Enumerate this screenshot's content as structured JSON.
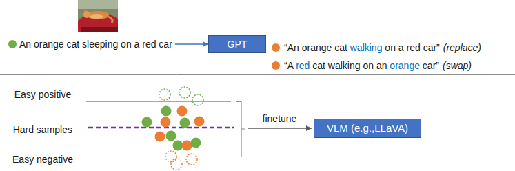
{
  "diagram": {
    "nodes": [
      {
        "text": [
          "An orange cat sleeping on a red car"
        ]
      },
      {
        "text": [
          "GPT"
        ]
      },
      {
        "text": [
          "Hard samples"
        ]
      },
      {
        "text": [
          "VLM (e.g.,LLaVA)"
        ]
      }
    ],
    "edges": [
      {
        "from": 0,
        "to": 1,
        "arrow": "to"
      },
      {
        "from": 2,
        "to": 3,
        "label": "finetune",
        "arrow": "to"
      }
    ],
    "labels": [
      "“An orange cat walking on a red car”",
      "(replace)",
      "“A red cat walking on an orange car”",
      "(swap)",
      "Easy positive",
      "Easy negative"
    ]
  }
}
